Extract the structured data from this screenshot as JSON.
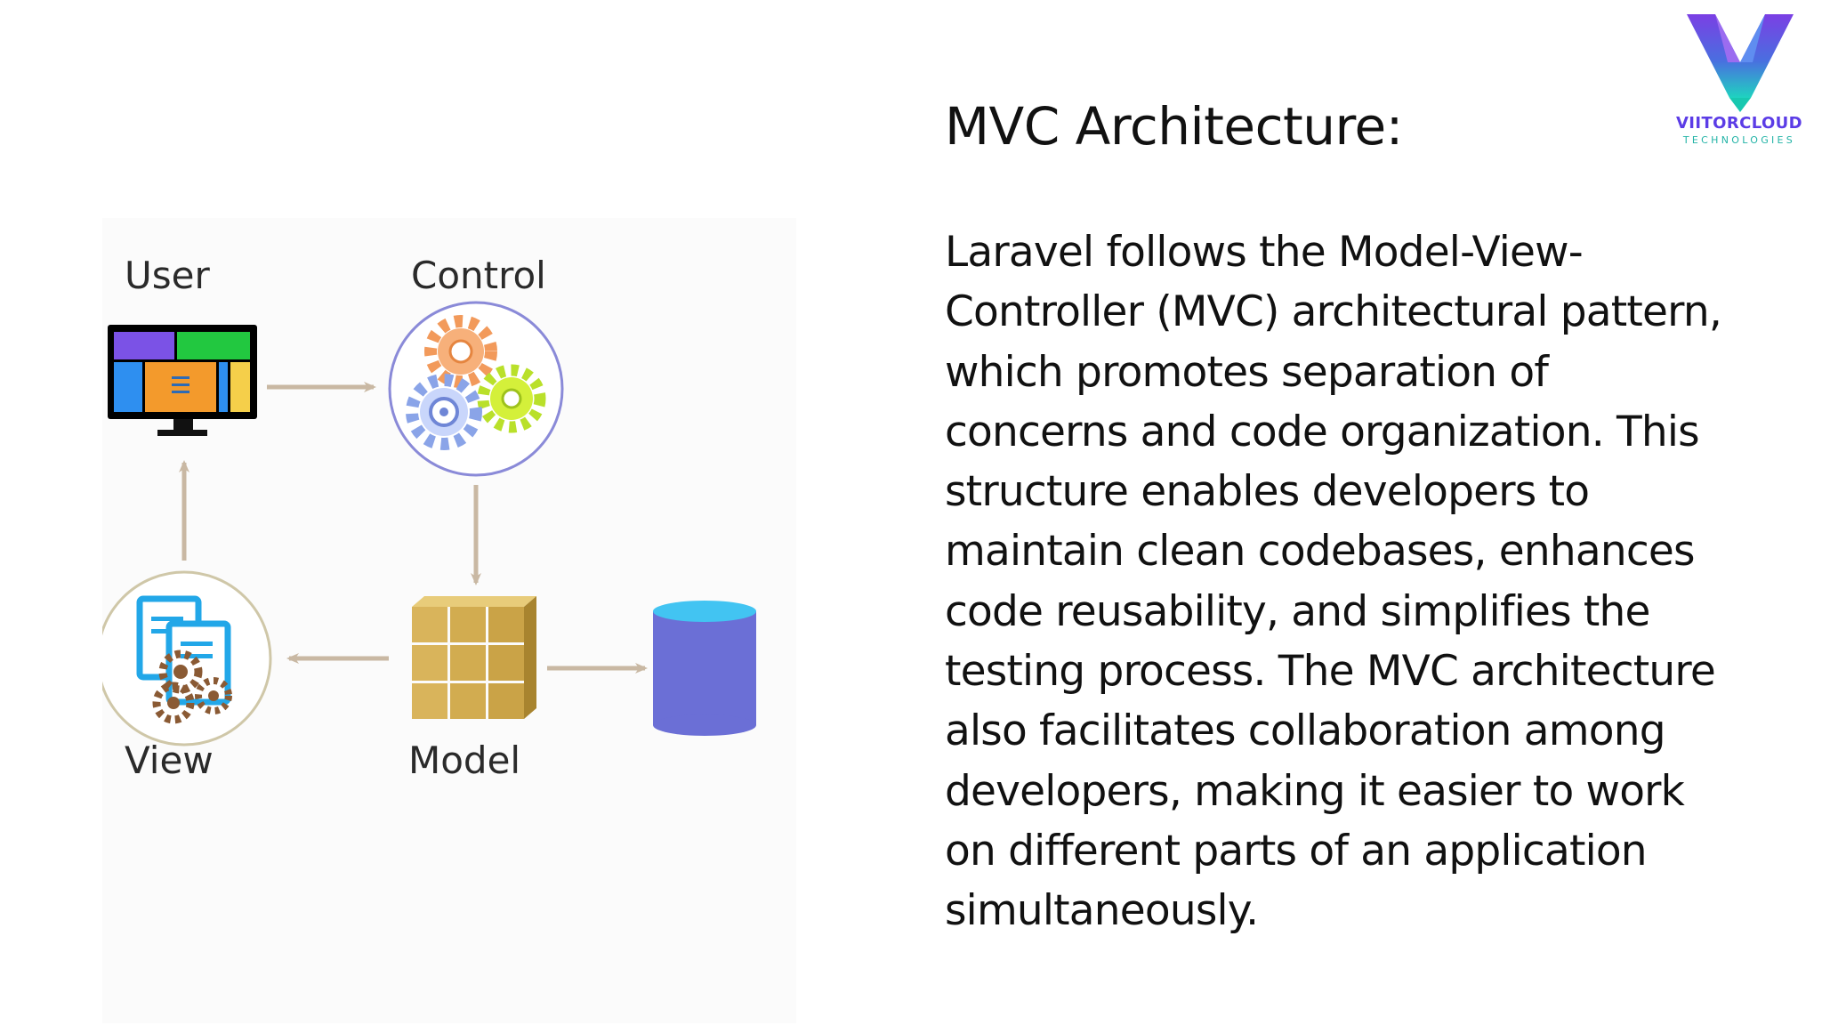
{
  "brand": {
    "name": "VIITORCLOUD",
    "tagline": "TECHNOLOGIES",
    "logo_icon": "viitorcloud-v-logo-icon"
  },
  "heading": "MVC Architecture:",
  "body_lines": [
    "Laravel follows the Model-View-",
    "Controller (MVC) architectural pattern,",
    "which promotes separation of",
    "concerns and code organization. This",
    "structure enables developers to",
    "maintain clean codebases, enhances",
    "code reusability, and simplifies the",
    "testing process. The MVC architecture",
    "also facilitates collaboration among",
    "developers, making it easier to work",
    "on different parts of an application",
    "simultaneously."
  ],
  "diagram": {
    "nodes": {
      "user": {
        "label": "User",
        "icon": "monitor-icon"
      },
      "control": {
        "label": "Control",
        "icon": "gears-icon"
      },
      "model": {
        "label": "Model",
        "icon": "cube-grid-icon"
      },
      "view": {
        "label": "View",
        "icon": "documents-gears-icon"
      },
      "database": {
        "icon": "database-cylinder-icon"
      }
    },
    "arrows": [
      {
        "from": "User",
        "to": "Control"
      },
      {
        "from": "Control",
        "to": "Model"
      },
      {
        "from": "Model",
        "to": "View"
      },
      {
        "from": "View",
        "to": "User"
      },
      {
        "from": "Model",
        "to": "database"
      }
    ],
    "colors": {
      "arrow": "#c9b8a3",
      "database": "#6b6fd6",
      "database_top": "#42c4f2",
      "cube": "#d4b055",
      "control_ring": "#8a8ad8",
      "view_ring": "#cfc7a8"
    }
  }
}
